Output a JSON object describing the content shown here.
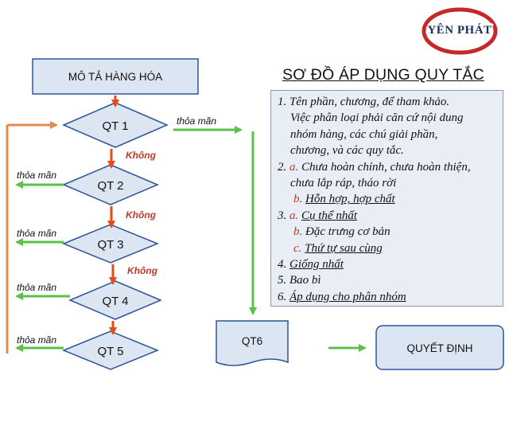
{
  "brand": {
    "logo_text": "YÊN PHÁT",
    "colors": {
      "ring": "#c62828",
      "text": "#1b2f5e"
    }
  },
  "title": "SƠ ĐỒ ÁP DỤNG QUY TẮC",
  "flowchart": {
    "start": "MÔ TẢ HÀNG HÓA",
    "decisions": [
      "QT 1",
      "QT 2",
      "QT 3",
      "QT 4",
      "QT 5"
    ],
    "yes_label": "thỏa mãn",
    "no_label": "Không",
    "result_doc": "QT6",
    "result": "QUYẾT ĐỊNH",
    "colors": {
      "box_fill": "#dce6f2",
      "box_stroke": "#2f5597",
      "no_arrow": "#e84a1b",
      "yes_arrow": "#5cc04a",
      "loop": "#e6894a",
      "no_text": "#c0392b"
    }
  },
  "rules": {
    "r1": {
      "l1": "1. Tên phần, chương, để tham khảo.",
      "l2": "Việc phân loại phải căn cứ nội dung",
      "l3": "nhóm hàng, các chú giải phần,",
      "l4": "chương, và các quy tắc."
    },
    "r2": {
      "num": "2.",
      "a_mark": "a.",
      "a_l1": "Chưa hoàn chỉnh, chưa hoàn thiện,",
      "a_l2": "chưa lắp ráp, tháo rời",
      "b_mark": "b.",
      "b_text": "Hỗn hợp, hợp chất"
    },
    "r3": {
      "num": "3.",
      "a_mark": "a.",
      "a_text": "Cụ thể nhất",
      "b_mark": "b.",
      "b_text": "Đặc trưng cơ bản",
      "c_mark": "c.",
      "c_text": "Thứ tự sau cùng"
    },
    "r4": {
      "num": "4.",
      "text": "Giống nhất"
    },
    "r5": {
      "num": "5.",
      "text": "Bao bì"
    },
    "r6": {
      "num": "6.",
      "text": "Áp dụng cho phân nhóm"
    }
  }
}
